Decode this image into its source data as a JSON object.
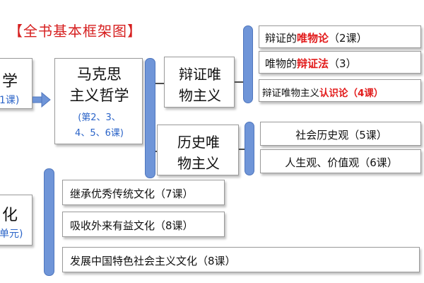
{
  "title": "【全书基本框架图】",
  "left_top": {
    "char": "学",
    "sub": "1课)"
  },
  "left_bottom": {
    "char": "化",
    "sub": "单元)"
  },
  "philosophy": {
    "line1": "马克思",
    "line2": "主义哲学",
    "note1": "(第2、3、",
    "note2": "4、5、6课)"
  },
  "dialectical_materialism": {
    "line1": "辩证唯",
    "line2": "物主义"
  },
  "historical_materialism": {
    "line1": "历史唯",
    "line2": "物主义"
  },
  "dm_items": [
    {
      "pre": "辩证的",
      "red": "唯物论",
      "post": "（2课）"
    },
    {
      "pre": "唯物的",
      "red": "辩证法",
      "post": "（3）"
    },
    {
      "pre": "辩证唯物主义",
      "red": "认识论（4课）",
      "post": ""
    }
  ],
  "hm_items": [
    "社会历史观（5课）",
    "人生观、价值观（6课）"
  ],
  "culture_items": [
    "继承优秀传统文化（7课）",
    "吸收外来有益文化（8课）",
    "发展中国特色社会主义文化（8课）"
  ],
  "colors": {
    "title_red": "#d61f1f",
    "highlight_red": "#e21b1b",
    "brace_blue": "#6f95d8",
    "note_blue": "#2b64c8"
  }
}
